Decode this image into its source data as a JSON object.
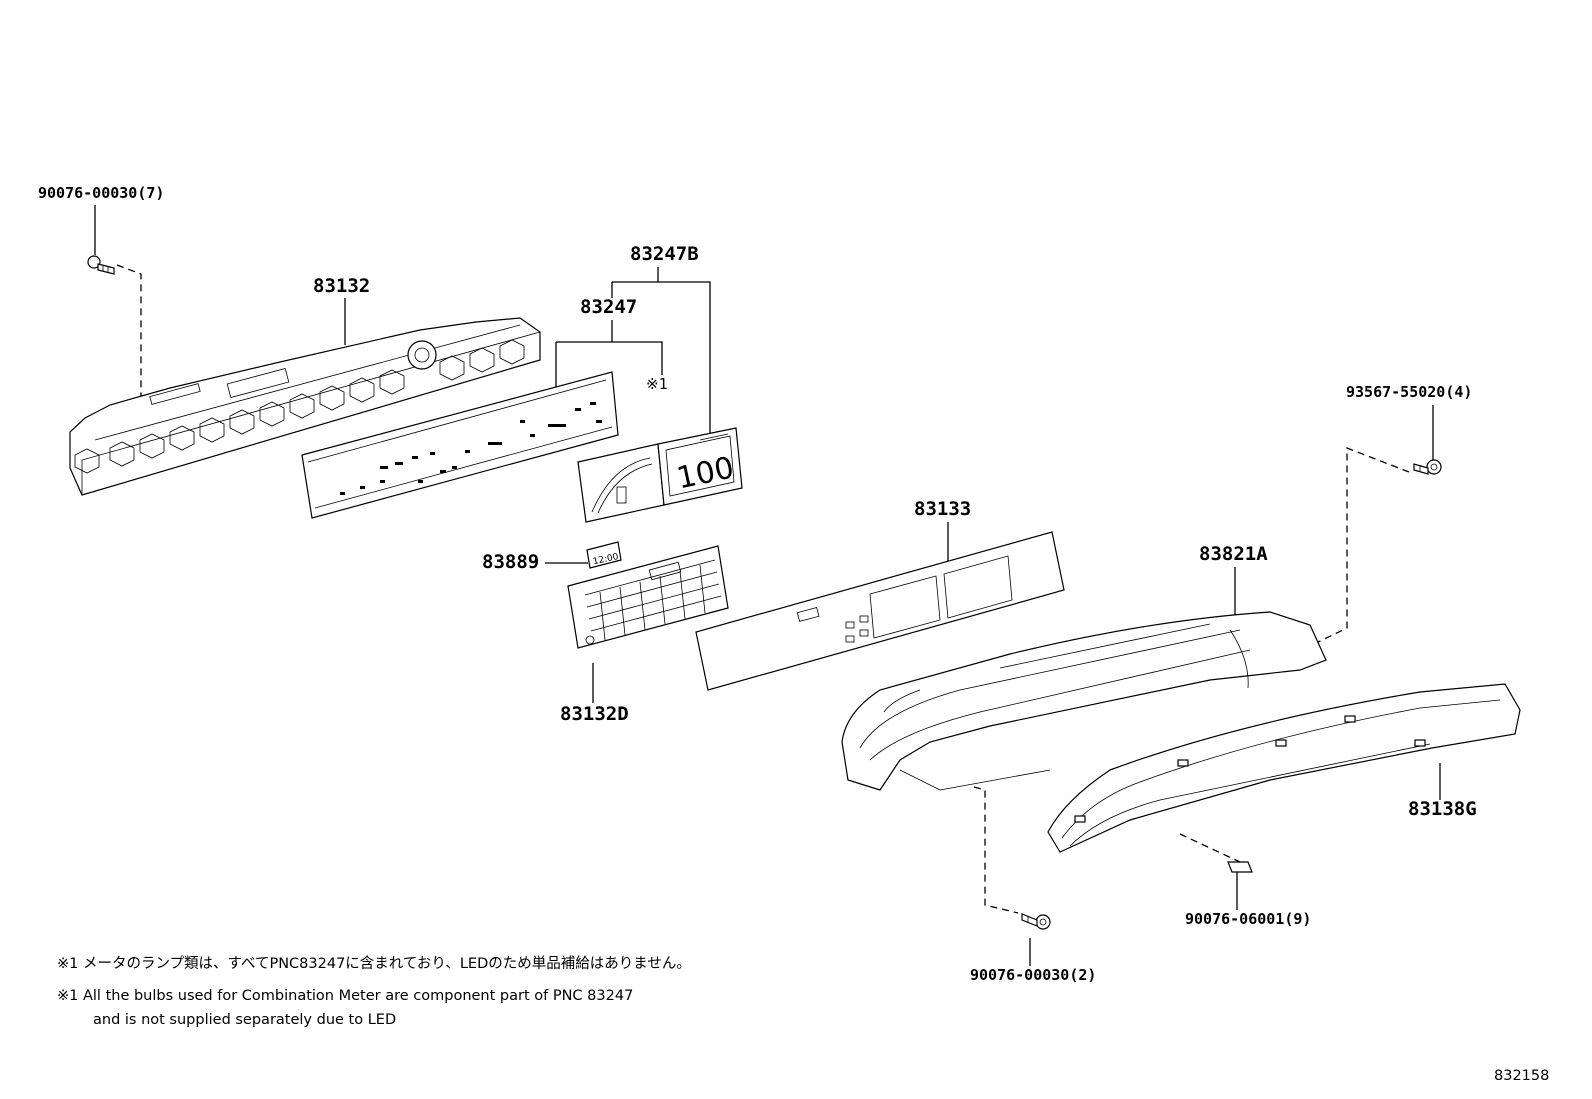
{
  "labels": {
    "bolt_top_left": "90076-00030(7)",
    "p83132": "83132",
    "p83247b": "83247B",
    "p83247": "83247",
    "ref1": "※1",
    "bolt_right": "93567-55020(4)",
    "p83133": "83133",
    "p83889": "83889",
    "p83821a": "83821A",
    "p83132d": "83132D",
    "p83138g": "83138G",
    "clip": "90076-06001(9)",
    "bolt_bottom": "90076-00030(2)",
    "display_100": "100",
    "clock_face": "12:00"
  },
  "notes": {
    "jp": "※1 メータのランプ類は、すべてPNC83247に含まれており、LEDのため単品補給はありません。",
    "en_line1": "※1 All the bulbs used for Combination Meter are component part of PNC 83247",
    "en_line2": "and is not supplied separately due to LED"
  },
  "figure_id": "832158"
}
